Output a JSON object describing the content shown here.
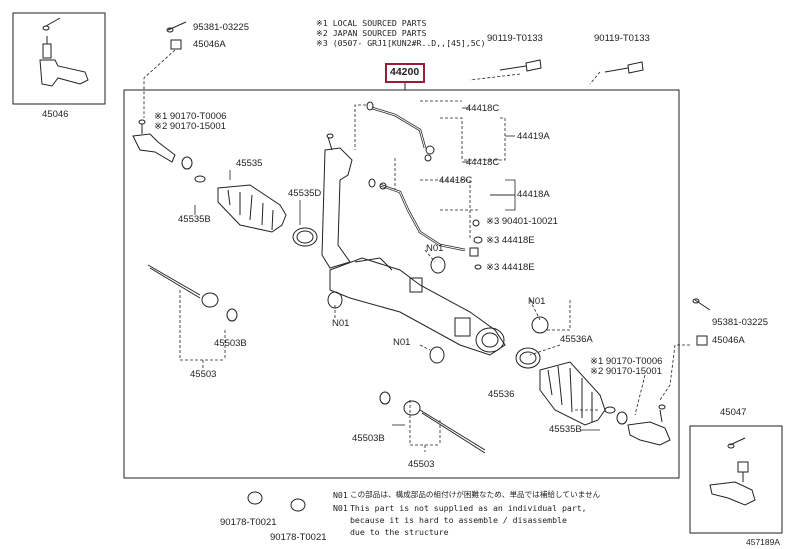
{
  "diagram_id": "457189A",
  "legend": {
    "line1": "※1 LOCAL SOURCED PARTS",
    "line2": "※2 JAPAN SOURCED PARTS",
    "line3": "※3 (0507- GRJ1[KUN2#R..D,,[45],5C)"
  },
  "highlighted_part": {
    "number": "44200",
    "color": "#9c1b3a"
  },
  "part_labels": {
    "p95381_03225_top": "95381-03225",
    "p45046a_top": "45046A",
    "p45046": "45046",
    "p90119_t0133_a": "90119-T0133",
    "p90119_t0133_b": "90119-T0133",
    "p44418c_top": "44418C",
    "p44419a": "44419A",
    "p44418c_mid": "44418C",
    "p44418c_low": "44418C",
    "p44418a": "44418A",
    "p90401_10021": "※3 90401-10021",
    "p44418e_a": "※3 44418E",
    "p44418e_b": "※3 44418E",
    "p190170_t0006_left": "※1 90170-T0006",
    "p290170_15001_left": "※2 90170-15001",
    "p45535": "45535",
    "p45535d": "45535D",
    "p45535b_left": "45535B",
    "pn01_a": "N01",
    "pn01_b": "N01",
    "pn01_c": "N01",
    "pn01_d": "N01",
    "p45503b_left": "45503B",
    "p45503_left": "45503",
    "p45536a": "45536A",
    "p45536": "45536",
    "p190170_t0006_right": "※1 90170-T0006",
    "p290170_15001_right": "※2 90170-15001",
    "p45535b_right": "45535B",
    "p45503b_right": "45503B",
    "p45503_right": "45503",
    "p95381_03225_right": "95381-03225",
    "p45046a_right": "45046A",
    "p45047": "45047",
    "p90178_t0021_a": "90178-T0021",
    "p90178_t0021_b": "90178-T0021"
  },
  "footnote": {
    "jp_prefix": "N01",
    "jp_text": "この部品は、構成部品の組付けが困難なため、単品では補給していません",
    "en_prefix": "N01",
    "en_line1": "This part is not supplied as an individual part,",
    "en_line2": "because it is hard to assemble / disassemble",
    "en_line3": "due to the structure"
  },
  "colors": {
    "ink": "#222222",
    "highlight": "#9c1b3a",
    "background": "#ffffff"
  }
}
